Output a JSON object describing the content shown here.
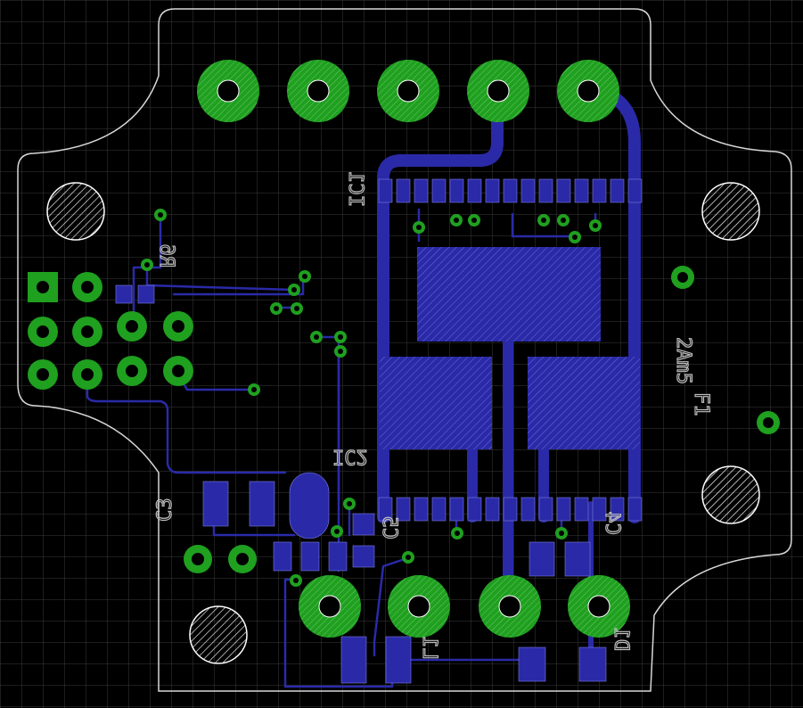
{
  "colors": {
    "background": "#000000",
    "grid": "#3a3a3a",
    "outline": "#d8d8d8",
    "copper_top": "#2a2aa8",
    "pad": "#1fa01f",
    "hole": "#ffffff",
    "silkscreen": "#bdbdbd"
  },
  "labels": {
    "ic1": "IC1",
    "ic2": "IC2",
    "c3": "C3",
    "c4": "C4",
    "c5": "C5",
    "f1": "F1",
    "fuse_value": "2Am5",
    "d1": "D1",
    "l1": "L1",
    "r6": "R6"
  },
  "icons": {
    "mounting_hole": "hatched-circle",
    "through_hole_pad": "ring",
    "via": "small-ring"
  }
}
